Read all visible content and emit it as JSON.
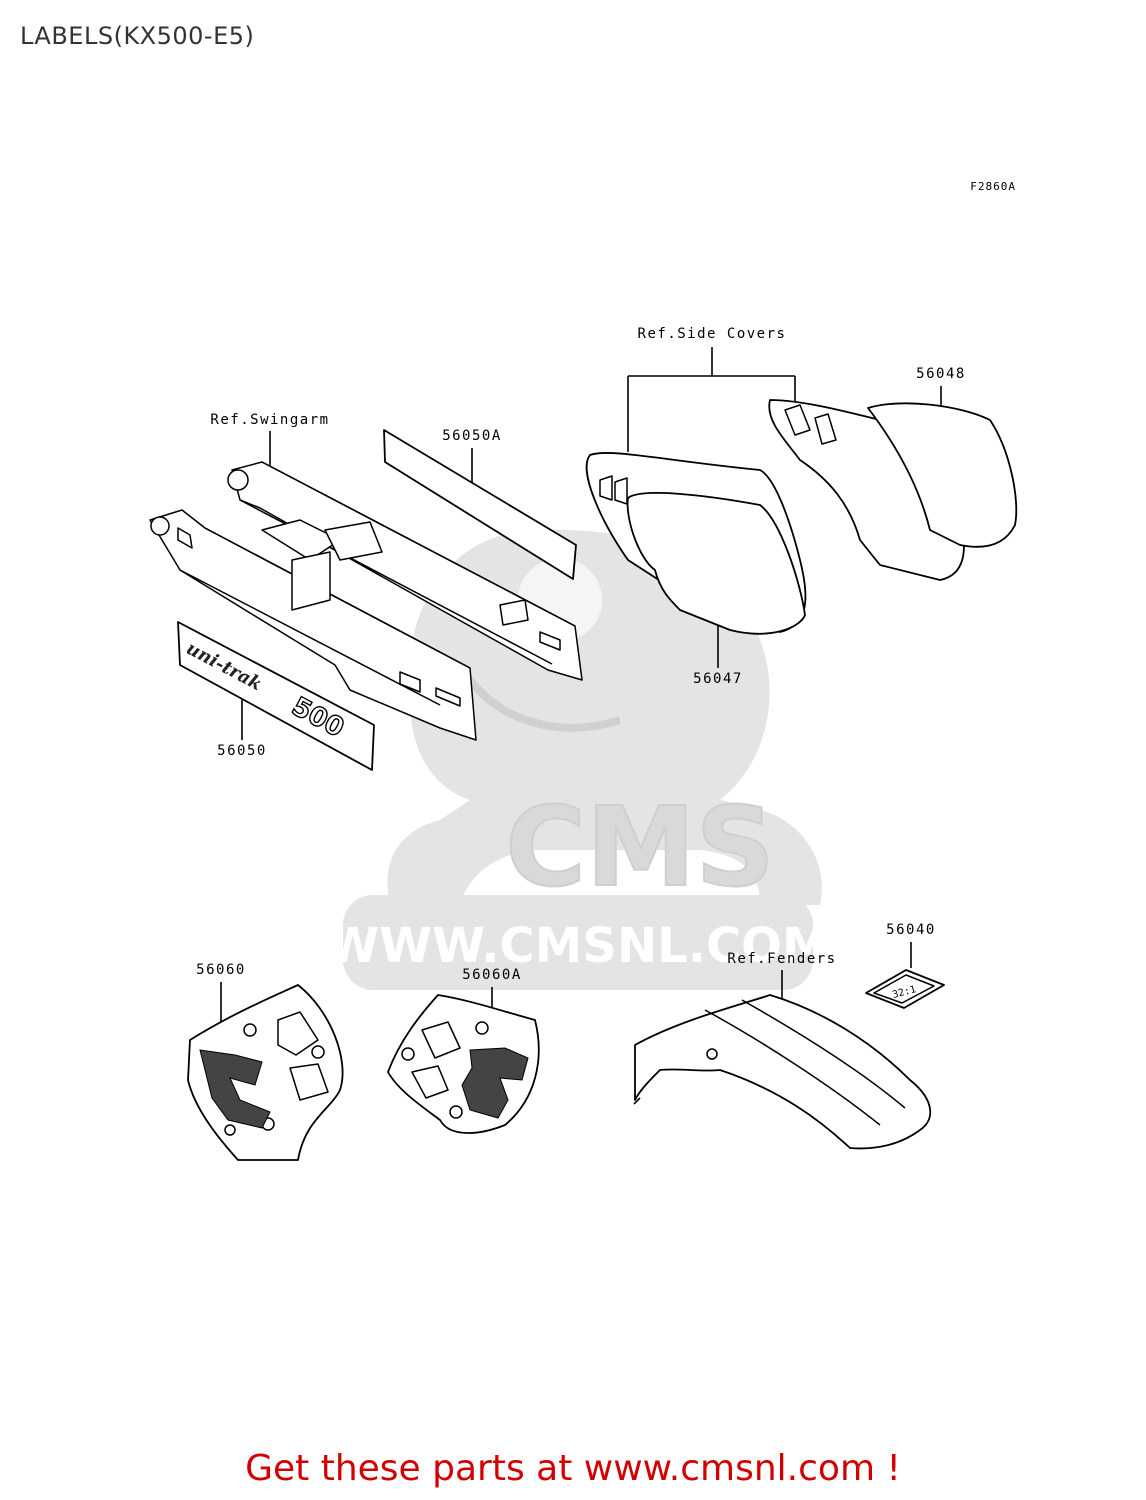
{
  "page": {
    "title": "LABELS(KX500-E5)",
    "figure_code": "F2860A",
    "cta": "Get these parts at www.cmsnl.com !"
  },
  "watermark": {
    "brand": "CMS",
    "url": "WWW.CMSNL.COM"
  },
  "references": {
    "side_covers": "Ref.Side Covers",
    "swingarm": "Ref.Swingarm",
    "fenders": "Ref.Fenders"
  },
  "parts": {
    "p56048": "56048",
    "p56050A": "56050A",
    "p56047": "56047",
    "p56050": "56050",
    "p56040": "56040",
    "p56060": "56060",
    "p56060A": "56060A"
  },
  "decals": {
    "swingarm_text": "uni-trak",
    "swingarm_number": "500",
    "fender_label": "32:1"
  },
  "colors": {
    "cta": "#d40000",
    "watermark": "#e4e4e4"
  }
}
